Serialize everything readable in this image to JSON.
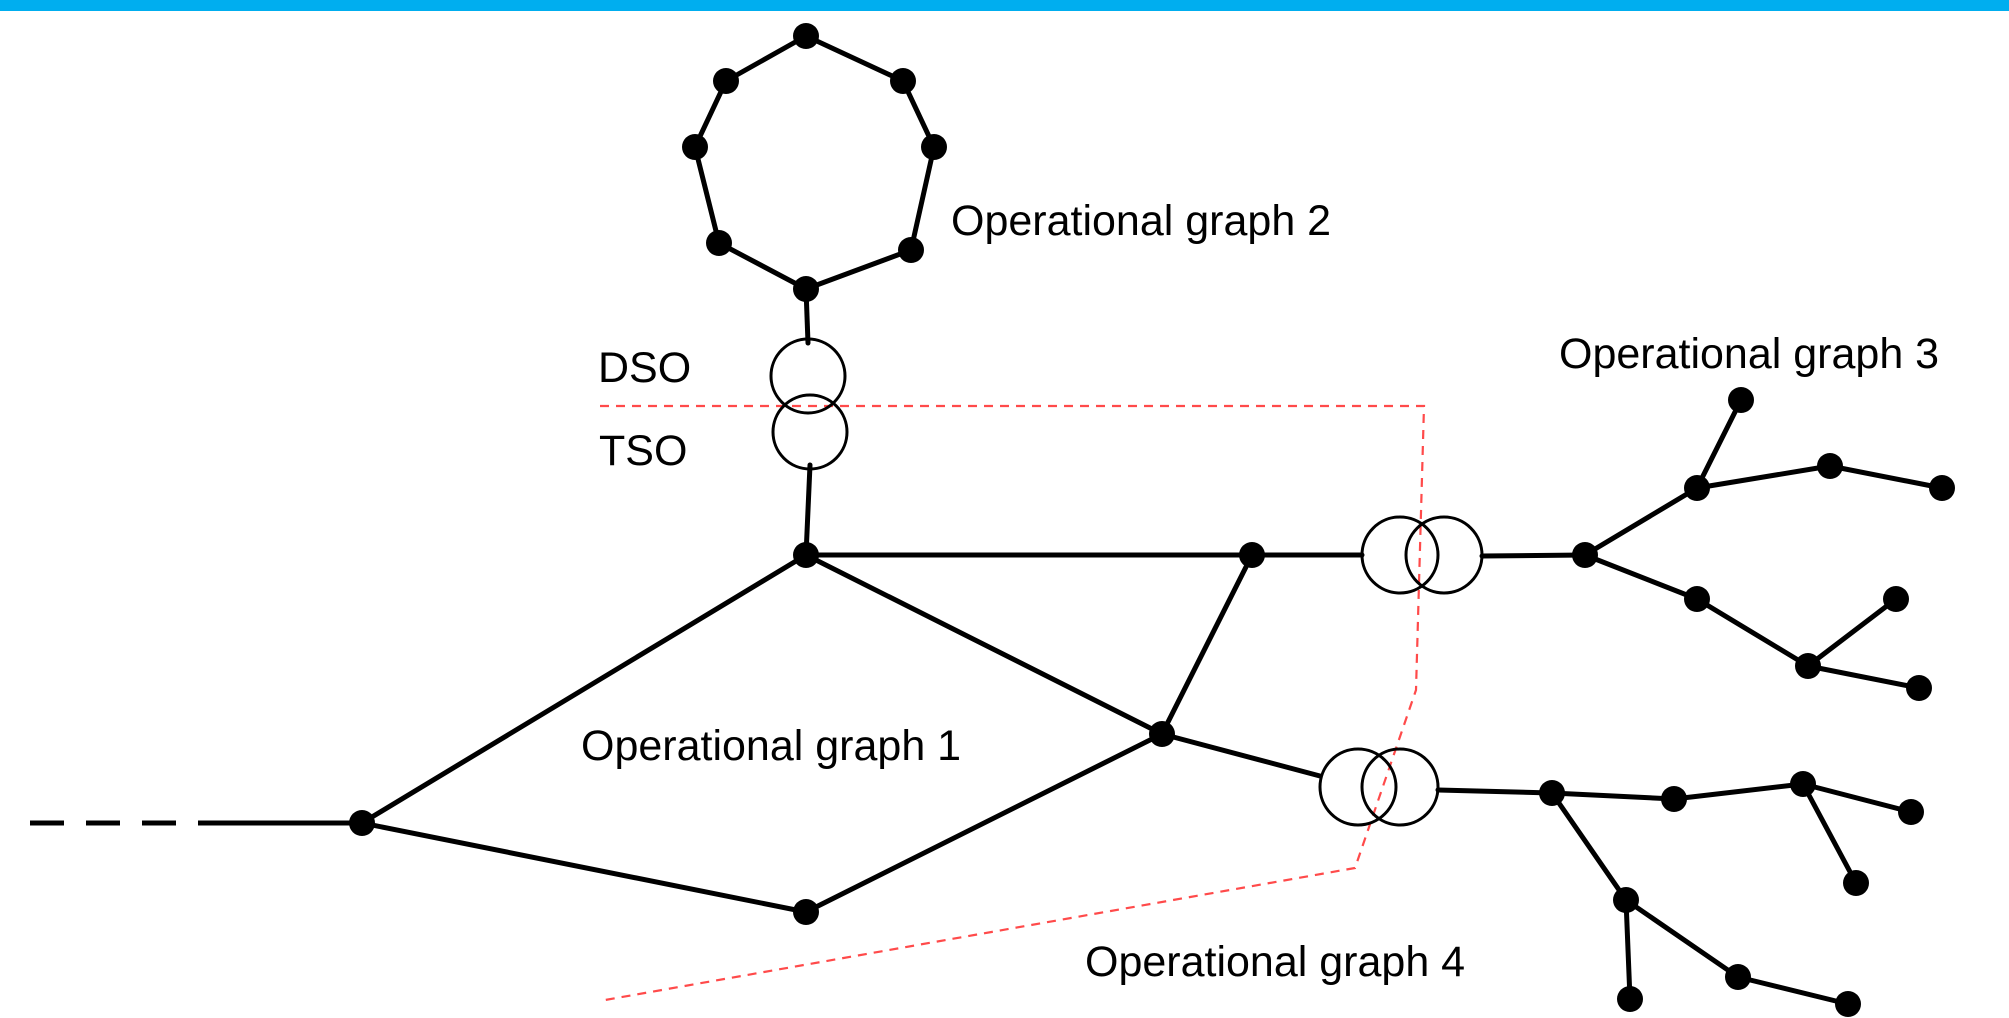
{
  "labels": {
    "graph1": "Operational graph 1",
    "graph2": "Operational graph 2",
    "graph3": "Operational graph 3",
    "graph4": "Operational graph 4",
    "dso": "DSO",
    "tso": "TSO"
  },
  "colors": {
    "top_bar": "#00aeef",
    "boundary_line": "#ff4a4a",
    "lines_and_nodes": "#000000"
  }
}
